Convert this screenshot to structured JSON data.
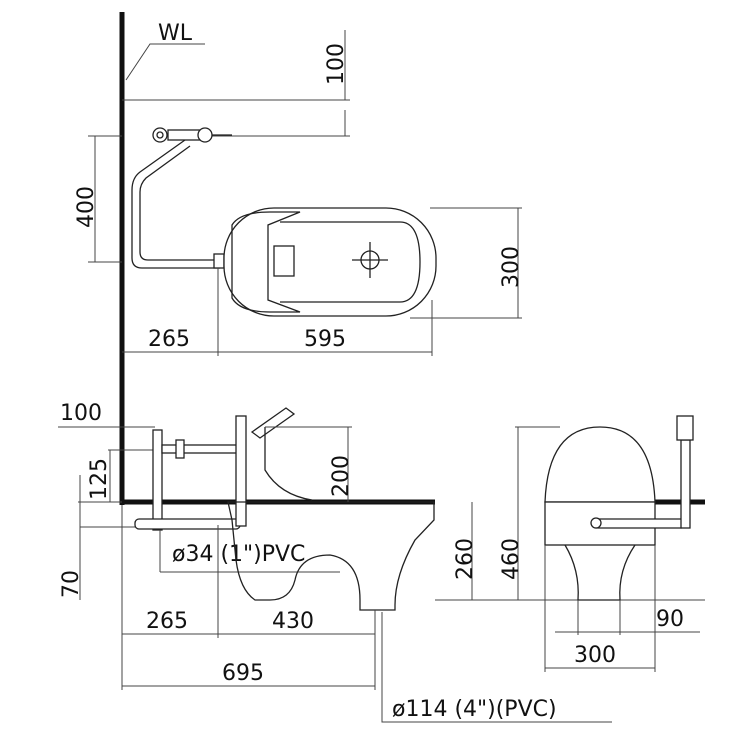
{
  "title": "Squat toilet installation dimension drawing",
  "labels": {
    "wall_line": "WL",
    "pipe_small": "ø34 (1\")PVC",
    "pipe_large": "ø114 (4\")(PVC)"
  },
  "top_view": {
    "dim_wl_top": "100",
    "dim_flush_height": "400",
    "dim_bowl_width": "300",
    "dim_wall_to_bowl": "265",
    "dim_bowl_length": "595"
  },
  "side_view": {
    "dim_pipe_offset": "100",
    "dim_pipe_height": "125",
    "dim_pipe_below": "70",
    "dim_flush_pipe": "200",
    "dim_depth": "260",
    "dim_total_height": "460",
    "dim_wall_to_inlet": "265",
    "dim_inlet_to_outlet": "430",
    "dim_wall_to_outlet": "695"
  },
  "front_view": {
    "dim_foot": "90",
    "dim_width": "300"
  }
}
